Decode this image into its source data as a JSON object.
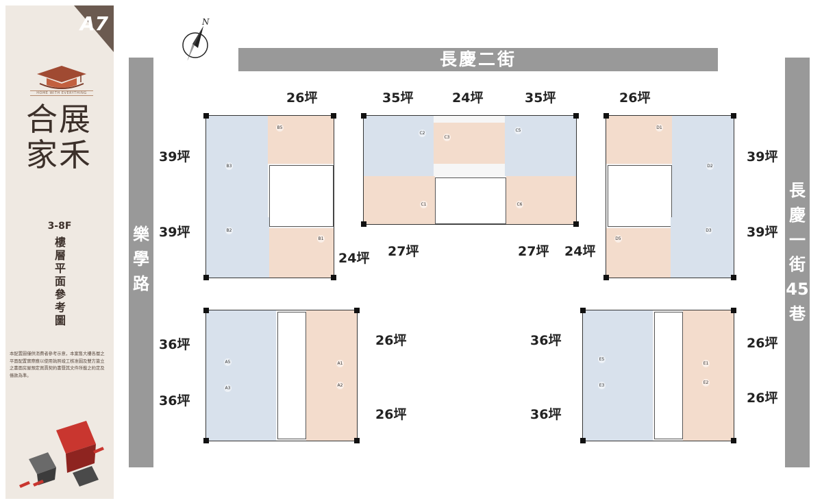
{
  "brand": {
    "project_code": "A7",
    "tagline": "HOME WITH EVERYTHING",
    "name_line1": "合展",
    "name_line2": "家禾",
    "floor_range": "3-8F",
    "floor_title": "樓層平面參考圖",
    "notice": "本配置圖僅供消費者參考示意，本案售大樓各層之平面配置實際應以使用執照竣工核准圖及雙方簽立之書面房屋預定買賣契約書暨其文件所載之約定及條款為準。",
    "colors": {
      "tag": "#6b5a50",
      "accent": "#c9362f"
    }
  },
  "compass": {
    "label": "N"
  },
  "roads": {
    "top": "長慶二街",
    "left": "樂學路",
    "right": "長慶一街45巷"
  },
  "units": {
    "B5": {
      "code": "B5",
      "area": "26坪"
    },
    "B3": {
      "code": "B3",
      "area": "39坪"
    },
    "B2": {
      "code": "B2",
      "area": "39坪"
    },
    "B1": {
      "code": "B1",
      "area": "24坪"
    },
    "C2": {
      "code": "C2",
      "area": "35坪"
    },
    "C3": {
      "code": "C3",
      "area": "24坪"
    },
    "C5": {
      "code": "C5",
      "area": "35坪"
    },
    "C1": {
      "code": "C1",
      "area": "27坪"
    },
    "C6": {
      "code": "C6",
      "area": "27坪"
    },
    "D1": {
      "code": "D1",
      "area": "26坪"
    },
    "D2": {
      "code": "D2",
      "area": "39坪"
    },
    "D3": {
      "code": "D3",
      "area": "39坪"
    },
    "D5": {
      "code": "D5",
      "area": "24坪"
    },
    "A5": {
      "code": "A5",
      "area": "36坪"
    },
    "A3": {
      "code": "A3",
      "area": "36坪"
    },
    "A1": {
      "code": "A1",
      "area": "26坪"
    },
    "A2": {
      "code": "A2",
      "area": "26坪"
    },
    "E5": {
      "code": "E5",
      "area": "36坪"
    },
    "E3": {
      "code": "E3",
      "area": "36坪"
    },
    "E1": {
      "code": "E1",
      "area": "26坪"
    },
    "E2": {
      "code": "E2",
      "area": "26坪"
    }
  }
}
